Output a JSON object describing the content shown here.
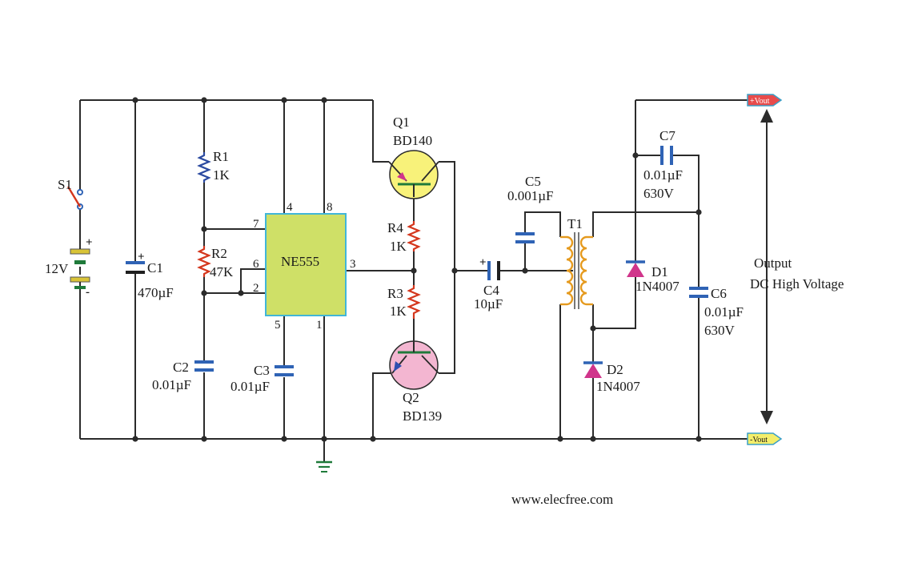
{
  "diagram": {
    "components": {
      "s1": "S1",
      "battery": "12V",
      "c1": {
        "name": "C1",
        "value": "470µF"
      },
      "r1": {
        "name": "R1",
        "value": "1K"
      },
      "r2": {
        "name": "R2",
        "value": "47K"
      },
      "c2": {
        "name": "C2",
        "value": "0.01µF"
      },
      "c3": {
        "name": "C3",
        "value": "0.01µF"
      },
      "ic": {
        "name": "NE555",
        "pins": [
          "4",
          "8",
          "7",
          "6",
          "2",
          "3",
          "5",
          "1"
        ]
      },
      "q1": {
        "name": "Q1",
        "value": "BD140"
      },
      "q2": {
        "name": "Q2",
        "value": "BD139"
      },
      "r3": {
        "name": "R3",
        "value": "1K"
      },
      "r4": {
        "name": "R4",
        "value": "1K"
      },
      "c4": {
        "name": "C4",
        "value": "10µF"
      },
      "c5": {
        "name": "C5",
        "value": "0.001µF"
      },
      "t1": "T1",
      "c6": {
        "name": "C6",
        "value": "0.01µF",
        "rating": "630V"
      },
      "c7": {
        "name": "C7",
        "value": "0.01µF",
        "rating": "630V"
      },
      "d1": {
        "name": "D1",
        "value": "1N4007"
      },
      "d2": {
        "name": "D2",
        "value": "1N4007"
      }
    },
    "output": {
      "line1": "Output",
      "line2": "DC High Voltage",
      "vout_plus": "+Vout",
      "vout_minus": "-Vout"
    },
    "polarity": {
      "plus": "+",
      "minus": "-"
    },
    "website": "www.elecfree.com"
  },
  "colors": {
    "wire": "#2b2b2b",
    "ic_fill": "#cfe067",
    "ic_border": "#41b6d8",
    "q1_fill": "#f8f27a",
    "q2_fill": "#f3b6d1",
    "resistor": "#d4361c",
    "capacitor": "#2f63b5",
    "coil": "#e59a1e",
    "diode": "#d0358b",
    "vout_plus_bg": "#e84b4b",
    "vout_minus_bg": "#f4ee6a",
    "tag_border": "#3a9fc7"
  }
}
